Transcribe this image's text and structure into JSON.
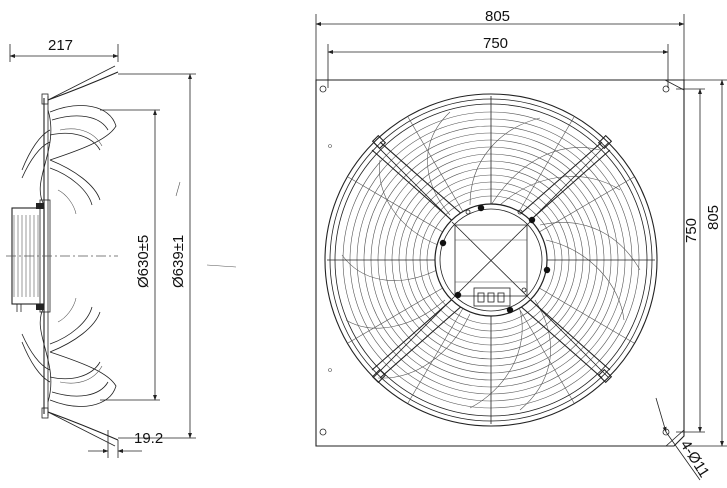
{
  "dimensions": {
    "side_width": "217",
    "inner_diameter": "Ø630±5",
    "outer_diameter": "Ø639±1",
    "flange_offset": "19.2",
    "plate_width": "805",
    "hole_spacing_x": "750",
    "hole_spacing_y": "750",
    "plate_height": "805",
    "mount_holes": "4-Ø11"
  }
}
